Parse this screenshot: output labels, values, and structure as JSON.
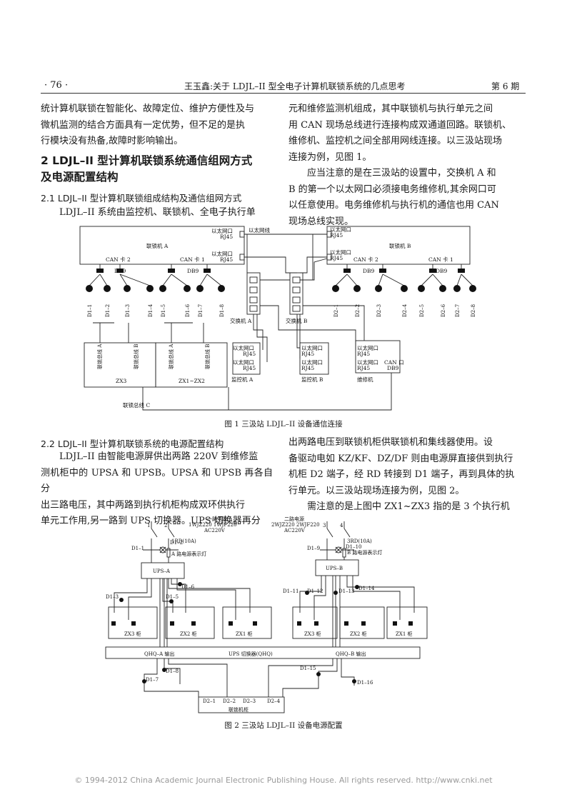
{
  "header": {
    "page_no": "· 76 ·",
    "running_title": "王玉鑫:关于 LDJL–II 型全电子计算机联锁系统的几点思考",
    "issue": "第 6 期"
  },
  "top_left": [
    "统计算机联锁在智能化、故障定位、维护方便性及与",
    "微机监测的结合方面具有一定优势，但不足的是执",
    "行模块没有热备,故障时影响输出。"
  ],
  "section2_heading": [
    "2   LDJL–II 型计算机联锁系统通信组网方式",
    "及电源配置结构"
  ],
  "section21_heading": "2.1   LDJL–II 型计算机联锁组成结构及通信组网方式",
  "section21_line": "LDJL–II 系统由监控机、联锁机、全电子执行单",
  "top_right": {
    "p1": [
      "元和维修监测机组成，其中联锁机与执行单元之间",
      "用 CAN 现场总线进行连接构成双通道回路。联锁机、",
      "维修机、监控机之间全部用网线连接。以三汲站现场",
      "连接为例，见图 1。"
    ],
    "p2": [
      "应当注意的是在三汲站的设置中，交换机 A 和",
      "B 的第一个以太网口必须接电务维修机,其余网口可",
      "以任意使用。电务维修机与执行机的通信也用 CAN",
      "现场总线实现。"
    ]
  },
  "fig1": {
    "caption": "图 1   三汲站 LDJL–II 设备通信连接",
    "interlock_a": "联锁机 A",
    "interlock_b": "联锁机 B",
    "eth_port": "以太网口",
    "rj45": "RJ45",
    "eth_line": "以太网线",
    "can2": "CAN 卡 2",
    "can1": "CAN 卡 1",
    "db9": "DB9",
    "switch_a": "交换机 A",
    "switch_b": "交换机 B",
    "d_left": [
      "D1–1",
      "D1–2",
      "D1–3",
      "D1–4",
      "D1–5",
      "D1–6",
      "D1–7",
      "D1–8"
    ],
    "d_right": [
      "D2–1",
      "D2–2",
      "D2–3",
      "D2–4",
      "D2–5",
      "D2–6",
      "D2–7",
      "D2–8"
    ],
    "bus_a": "联锁总线 A",
    "bus_b": "联锁总线 B",
    "zx3": "ZX3",
    "zx12": "ZX1~ZX2",
    "monitor_a": "监控机 A",
    "monitor_b": "监控机 B",
    "maint": "维修机",
    "can_port": "CAN 口",
    "bus_c": "联锁总线 C"
  },
  "section22_heading": "2.2   LDJL–II 型计算机联锁系统的电源配置结构",
  "bottom_left": [
    "LDJL–II 由智能电源屏供出两路 220V 到维修监",
    "测机柜中的 UPSA 和 UPSB。UPSA 和 UPSB 再各自分",
    "出三路电压，其中两路到执行机柜构成双环供执行",
    "单元工作用,另一路到 UPS 切换器。UPS 切换器再分"
  ],
  "bottom_right": {
    "p1": [
      "出两路电压到联锁机柜供联锁机和集线器使用。设",
      "备驱动电如 KZ/KF、DZ/DF 则由电源屏直接供到执行",
      "机柜 D2 端子，经 RD 转接到 D1 端子，再到具体的执",
      "行单元。以三汲站现场连接为例，见图 2。"
    ],
    "p2": "需注意的是上图中 ZX1~ZX3 指的是 3 个执行机"
  },
  "fig2": {
    "caption": "图 2   三汲站 LDJL–II 设备电源配置",
    "src_a": "一路电源",
    "src_a_terms": "1WJZ220   1WJF220",
    "src_b": "二路电源",
    "src_b_terms": "2WJZ220   2WJF220",
    "ac": "AC220V",
    "rd": "1RD(10A)",
    "rd_b": "3RD(10A)",
    "lamp_a": "A 路电源表示灯",
    "lamp_b": "B 路电源表示灯",
    "ups_a": "UPS–A",
    "ups_b": "UPS–B",
    "switcher": "UPS 切换器(QHQ)",
    "out_a": "QHQ–A 输出",
    "out_b": "QHQ–B 输出",
    "cab": "联锁机柜",
    "cab_labels_a": [
      "ZX3 柜",
      "ZX2 柜",
      "ZX1 柜"
    ],
    "cab_labels_b": [
      "ZX3 柜",
      "ZX2 柜",
      "ZX1 柜"
    ],
    "d_a": [
      "D1–1",
      "D1–2",
      "D1–3",
      "D1–5",
      "D1–6",
      "D1–7",
      "D1–8"
    ],
    "d_b": [
      "D1–9",
      "D1–10",
      "D1–11",
      "D1–12",
      "D1–13",
      "D1–14",
      "D1–15",
      "D1–16"
    ],
    "d2": [
      "D2–1",
      "D2–2",
      "D2–3",
      "D2–4"
    ],
    "nums": [
      "1",
      "2",
      "3",
      "4"
    ]
  },
  "footer": "© 1994-2012 China Academic Journal Electronic Publishing House. All rights reserved.    http://www.cnki.net"
}
